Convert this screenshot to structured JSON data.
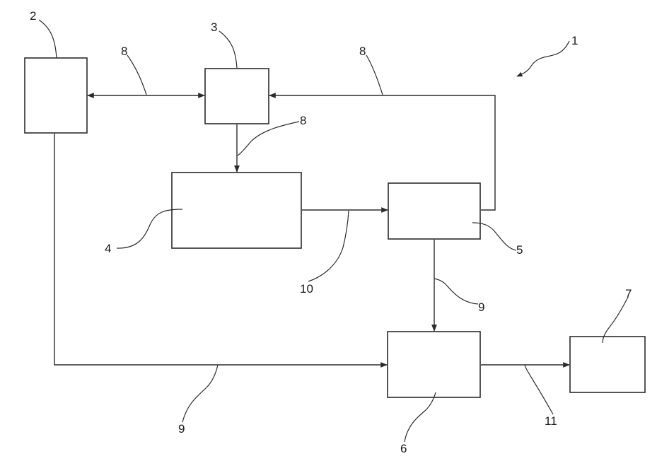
{
  "labels": {
    "system": "1",
    "block_2": "2",
    "block_3": "3",
    "block_4": "4",
    "block_5": "5",
    "block_6": "6",
    "block_7": "7",
    "link_8_left": "8",
    "link_8_right": "8",
    "link_8_down": "8",
    "link_9_bottom": "9",
    "link_9_right": "9",
    "link_10": "10",
    "link_11": "11"
  }
}
